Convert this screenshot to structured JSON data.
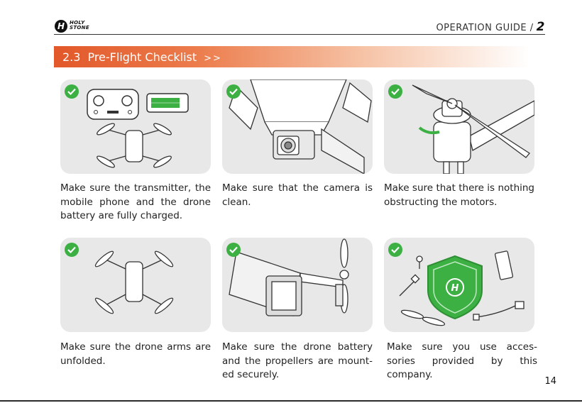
{
  "header": {
    "logo_line1": "HOLY",
    "logo_line2": "STONE",
    "guide_label": "OPERATION GUIDE /",
    "guide_number": "2"
  },
  "banner": {
    "section": "2.3",
    "title": "Pre-Flight Checklist",
    "arrows": ">>"
  },
  "items": [
    {
      "caption": "Make sure the transmitter, the mobile phone and the drone battery are fully charged."
    },
    {
      "caption": "Make sure that the camera is clean."
    },
    {
      "caption": "Make sure that there is nothing obstructing the motors."
    },
    {
      "caption": "Make sure the drone arms are unfolded."
    },
    {
      "caption": "Make sure the drone battery and the propellers are mount-ed securely."
    },
    {
      "caption": "Make sure you use acces-sories provided by this company."
    }
  ],
  "page_number": "14",
  "colors": {
    "accent": "#e2582a",
    "check": "#3cb043",
    "shield": "#3cb043"
  }
}
